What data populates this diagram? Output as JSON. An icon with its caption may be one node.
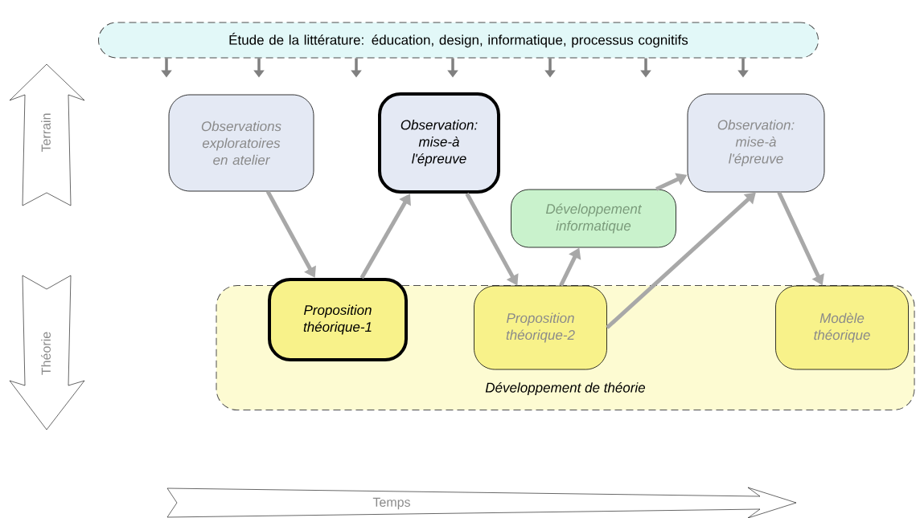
{
  "diagram": {
    "nodes": [
      {
        "text": [
          "Étude de la littérature: éducation, design, informatique, processus cognitifs"
        ]
      },
      {
        "text": [
          "Observations exploratoires en atelier"
        ]
      },
      {
        "text": [
          "Observation: mise-à l'épreuve"
        ]
      },
      {
        "text": [
          "Observation: mise-à l'épreuve"
        ]
      },
      {
        "text": [
          "Développement informatique"
        ]
      },
      {
        "text": [
          "Développement de théorie"
        ]
      },
      {
        "text": [
          "Proposition théorique-1"
        ],
        "in": 5
      },
      {
        "text": [
          "Proposition théorique-2"
        ],
        "in": 5
      },
      {
        "text": [
          "Modèle théorique"
        ],
        "in": 5
      }
    ],
    "edges": [
      {
        "from": 0,
        "to": null,
        "arrow": "to"
      },
      {
        "from": 0,
        "to": null,
        "arrow": "to"
      },
      {
        "from": 0,
        "to": null,
        "arrow": "to"
      },
      {
        "from": 0,
        "to": null,
        "arrow": "to"
      },
      {
        "from": 0,
        "to": null,
        "arrow": "to"
      },
      {
        "from": 0,
        "to": null,
        "arrow": "to"
      },
      {
        "from": 0,
        "to": null,
        "arrow": "to"
      },
      {
        "from": 1,
        "to": 6,
        "arrow": "to"
      },
      {
        "from": 6,
        "to": 2,
        "arrow": "to"
      },
      {
        "from": 2,
        "to": 7,
        "arrow": "to"
      },
      {
        "from": 7,
        "to": 4,
        "arrow": "to"
      },
      {
        "from": 4,
        "to": 3,
        "arrow": "to"
      },
      {
        "from": 7,
        "to": 3,
        "arrow": "to"
      },
      {
        "from": 3,
        "to": 8,
        "arrow": "to"
      }
    ],
    "labels": [
      "Terrain",
      "Théorie",
      "Temps"
    ]
  }
}
